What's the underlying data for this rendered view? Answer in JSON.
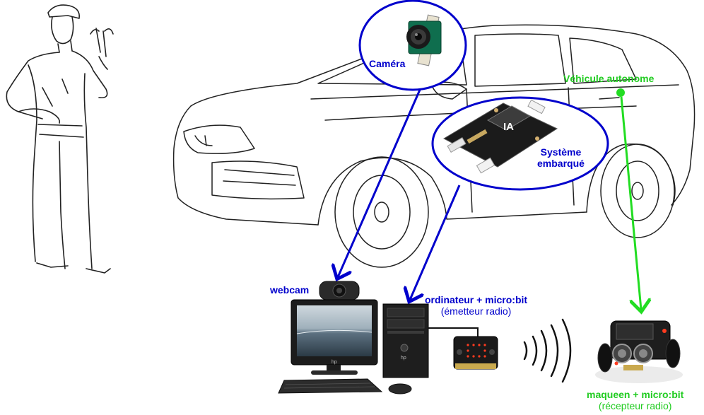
{
  "labels": {
    "camera": "Caméra",
    "embedded_line1": "Système",
    "embedded_line2": "embarqué",
    "ia": "IA",
    "autonomous_vehicle": "Véhicule autonome",
    "webcam": "webcam",
    "computer_title": "ordinateur + micro:bit",
    "computer_sub": "(émetteur radio)",
    "maqueen_title": "maqueen + micro:bit",
    "maqueen_sub": "(récepteur radio)",
    "monitor_brand": "hp",
    "tower_brand": "hp"
  },
  "colors": {
    "link_blue": "#0000cc",
    "link_green": "#22dd22",
    "sketch": "#222222"
  }
}
